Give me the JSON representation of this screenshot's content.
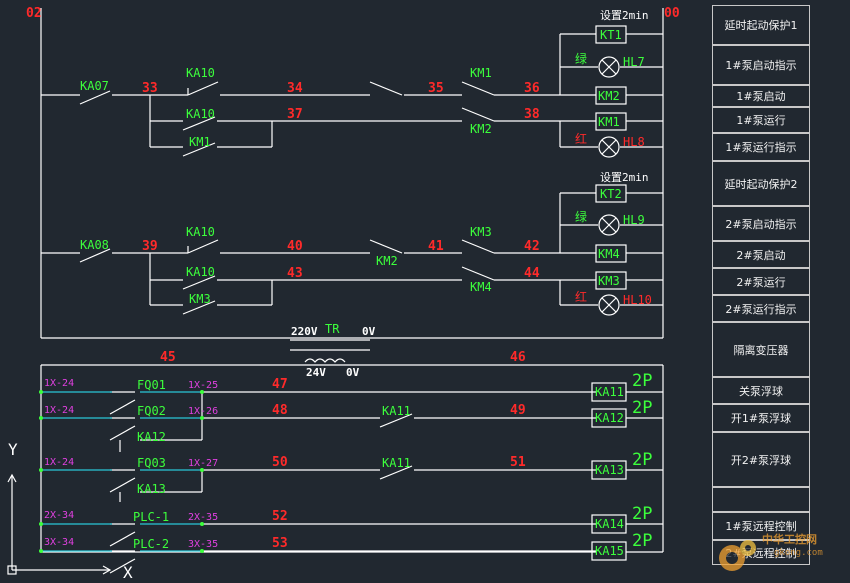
{
  "colors": {
    "background": "#212830",
    "wire": "#ffffff",
    "node_red": "#ff2a2a",
    "tag_green": "#3cff3c",
    "terminal_magenta": "#e040e0",
    "cyan_line": "#29c6d6"
  },
  "corners": {
    "left": "02",
    "right": "00"
  },
  "section1": {
    "relay_in": "KA07",
    "n1": "33",
    "contact_a": "KA10",
    "n2": "34",
    "n3": "35",
    "contact_km1": "KM1",
    "n4": "36",
    "contact_b": "KA10",
    "n5": "37",
    "contact_km2": "KM2",
    "n6": "38",
    "holding": "KM1",
    "timer_note": "设置2min",
    "timer": "KT1",
    "green_label": "绿",
    "lamp_green": "HL7",
    "coil_a": "KM2",
    "coil_b": "KM1",
    "red_label": "红",
    "lamp_red": "HL8"
  },
  "section2": {
    "relay_in": "KA08",
    "n1": "39",
    "contact_a": "KA10",
    "n2": "40",
    "km_mid": "KM2",
    "n3": "41",
    "contact_km3": "KM3",
    "n4": "42",
    "contact_b": "KA10",
    "n5": "43",
    "contact_km4": "KM4",
    "n6": "44",
    "holding": "KM3",
    "timer_note": "设置2min",
    "timer": "KT2",
    "green_label": "绿",
    "lamp_green": "HL9",
    "coil_a": "KM4",
    "coil_b": "KM3",
    "red_label": "红",
    "lamp_red": "HL10"
  },
  "transformer": {
    "primary_v": "220V",
    "primary_0": "0V",
    "name": "TR",
    "secondary_v": "24V",
    "secondary_0": "0V"
  },
  "section3": {
    "node_left": "45",
    "node_right": "46",
    "rows": [
      {
        "term_in": "1X-24",
        "device": "FQ01",
        "term_out": "1X-25",
        "node": "47",
        "mid": "",
        "node2": "",
        "coil": "KA11",
        "poles": "2P"
      },
      {
        "term_in": "1X-24",
        "device": "FQ02",
        "term_out": "1X-26",
        "node": "48",
        "mid": "KA11",
        "node2": "49",
        "coil": "KA12",
        "poles": "2P"
      },
      {
        "term_in": "1X-24",
        "device": "FQ03",
        "term_out": "1X-27",
        "node": "50",
        "mid": "KA11",
        "node2": "51",
        "coil": "KA13",
        "poles": "2P"
      },
      {
        "term_in": "2X-34",
        "device": "PLC-1",
        "term_out": "2X-35",
        "node": "52",
        "mid": "",
        "node2": "",
        "coil": "KA14",
        "poles": "2P"
      },
      {
        "term_in": "3X-34",
        "device": "PLC-2",
        "term_out": "3X-35",
        "node": "53",
        "mid": "",
        "node2": "",
        "coil": "KA15",
        "poles": "2P"
      }
    ],
    "aux_a": "KA12",
    "aux_b": "KA13"
  },
  "axis": {
    "y": "Y",
    "x": "X"
  },
  "sidebar": [
    "延时起动保护1",
    "1#泵启动指示",
    "1#泵启动",
    "1#泵运行",
    "1#泵运行指示",
    "延时起动保护2",
    "2#泵启动指示",
    "2#泵启动",
    "2#泵运行",
    "2#泵运行指示",
    "隔离变压器",
    "关泵浮球",
    "开1#泵浮球",
    "开2#泵浮球",
    "",
    "1#泵远程控制",
    "2#泵远程控制"
  ],
  "watermark": {
    "text": "中华工控网",
    "sub": "gkong.com"
  }
}
